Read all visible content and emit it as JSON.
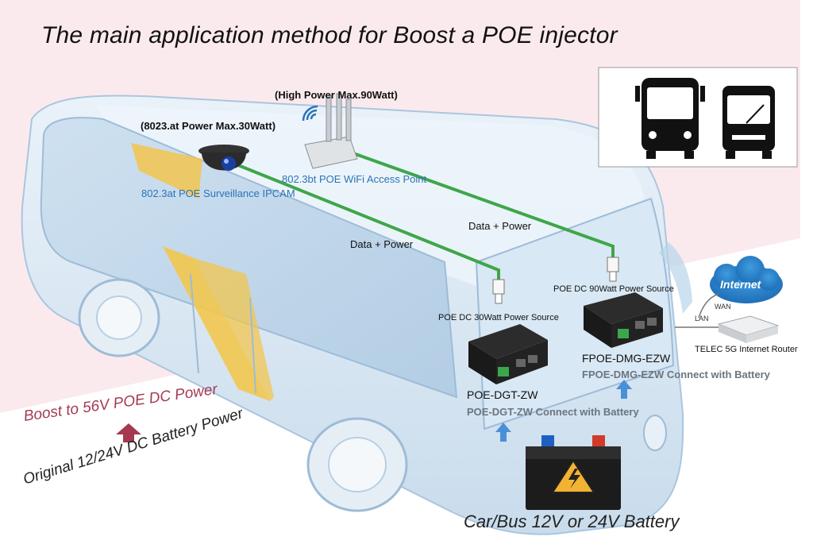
{
  "title": "The main application method for Boost a POE injector",
  "ipcam": {
    "power_label": "(8023.at Power Max.30Watt)",
    "name": "802.3at POE Surveillance IPCAM"
  },
  "access_point": {
    "power_label": "(High Power Max.90Watt)",
    "name": "802.3bt POE WiFi Access Point"
  },
  "links": {
    "data_power_1": "Data + Power",
    "data_power_2": "Data + Power"
  },
  "injector_30w": {
    "source_label": "POE DC 30Watt Power Source",
    "model": "POE-DGT-ZW",
    "battery_note": "POE-DGT-ZW Connect with Battery"
  },
  "injector_90w": {
    "source_label": "POE DC 90Watt Power Source",
    "model": "FPOE-DMG-EZW",
    "battery_note": "FPOE-DMG-EZW Connect with Battery"
  },
  "router": {
    "cloud_label": "Internet",
    "wan": "WAN",
    "lan": "LAN",
    "name": "TELEC 5G Internet Router"
  },
  "left_notes": {
    "boost": "Boost to 56V POE DC Power",
    "original": "Original 12/24V DC Battery Power"
  },
  "battery_label": "Car/Bus 12V or 24V Battery",
  "colors": {
    "cable": "#3fa64a",
    "accent_blue": "#2a74b8",
    "boost_red": "#a43a50",
    "background_pink": "#fbeaed",
    "bus_body": "#dce9f4",
    "bus_yellow": "#f2c64e"
  }
}
